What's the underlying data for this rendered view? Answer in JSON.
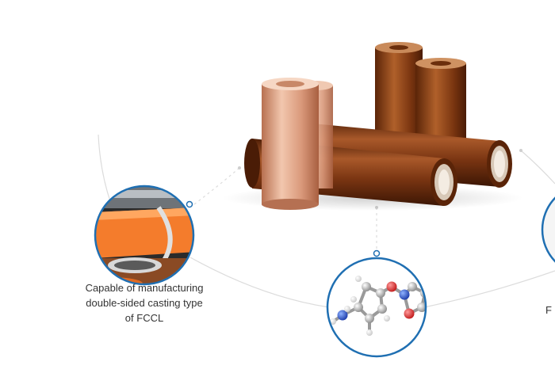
{
  "captions": {
    "left": {
      "line1": "Capable of manufacturing",
      "line2": "double-sided casting type",
      "line3": "of FCCL"
    },
    "right_partial": "F"
  },
  "images": {
    "hero": "copper-and-polyimide-film-rolls",
    "left_circle": "casting-line-roller",
    "center_circle": "molecular-structure-model",
    "right_circle": "cropped-circle-image"
  },
  "colors": {
    "accent": "#1f6fb2",
    "arc": "#d9d9d9",
    "copper": "#d9987a",
    "polyimide": "#8a3c10",
    "text": "#333333"
  }
}
